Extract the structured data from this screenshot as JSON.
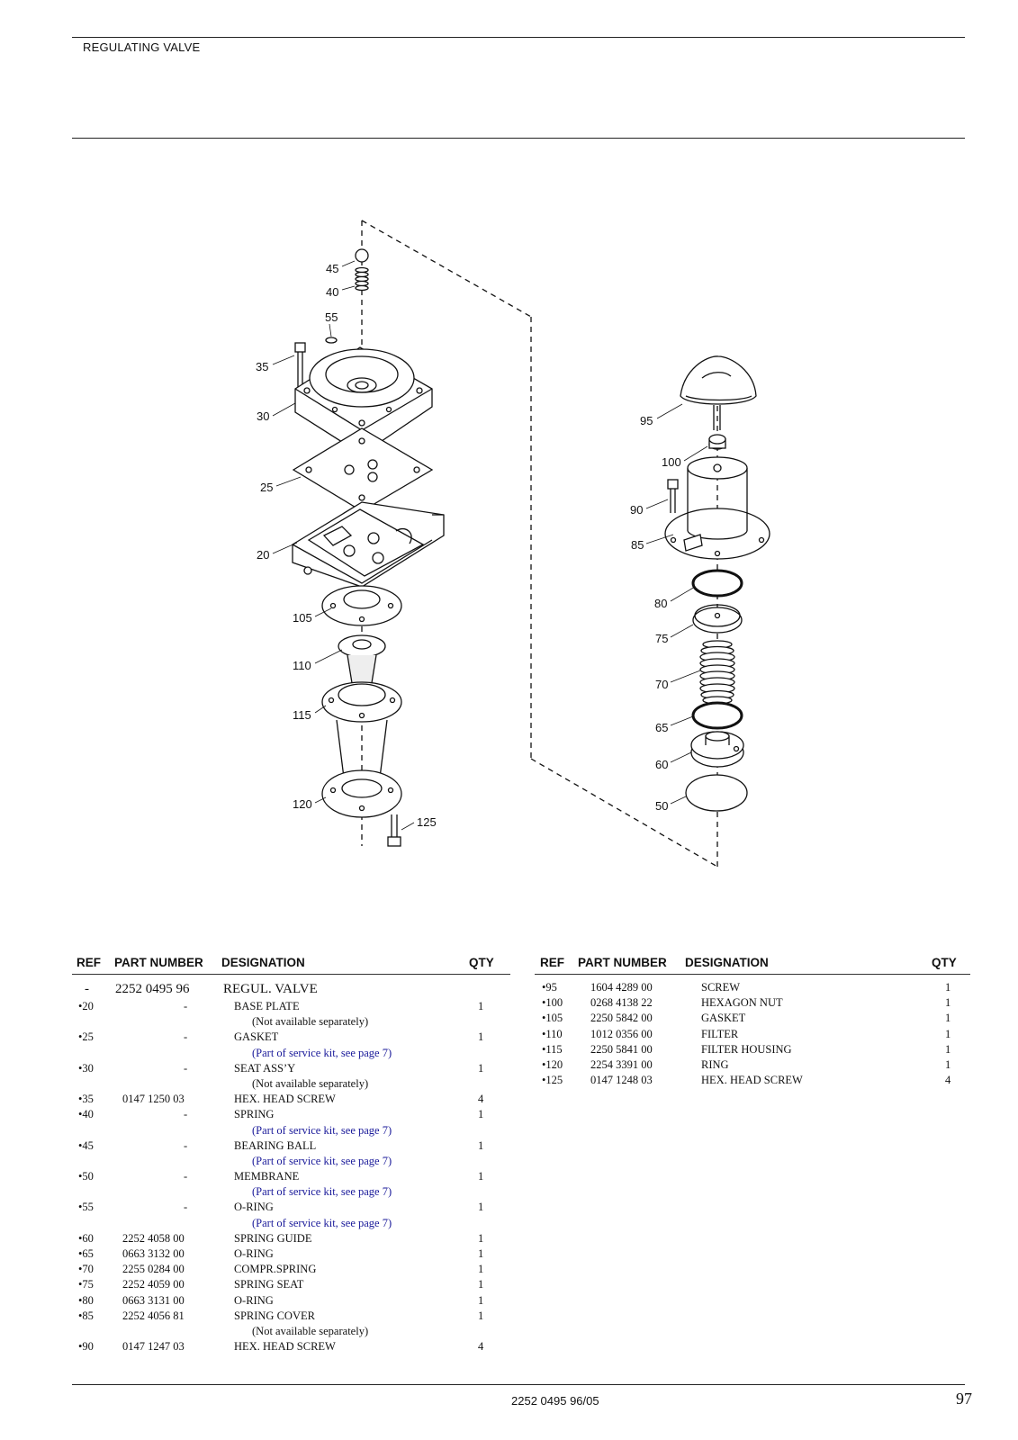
{
  "header": {
    "title": "REGULATING VALVE"
  },
  "diagram": {
    "callouts": {
      "c45": "45",
      "c40": "40",
      "c55": "55",
      "c35": "35",
      "c30": "30",
      "c25": "25",
      "c20": "20",
      "c105": "105",
      "c110": "110",
      "c115": "115",
      "c120": "120",
      "c125": "125",
      "c95": "95",
      "c100": "100",
      "c90": "90",
      "c85": "85",
      "c80": "80",
      "c75": "75",
      "c70": "70",
      "c65": "65",
      "c60": "60",
      "c50": "50"
    }
  },
  "table_headers": {
    "ref": "REF",
    "part_number": "PART NUMBER",
    "designation": "DESIGNATION",
    "qty": "QTY"
  },
  "parts_left": [
    {
      "ref": "-",
      "part": "2252 0495 96",
      "designation": "REGUL. VALVE",
      "qty": "",
      "note": ""
    },
    {
      "ref": "•20",
      "part": "-",
      "designation": "BASE PLATE",
      "qty": "1",
      "note": "(Not available separately)"
    },
    {
      "ref": "•25",
      "part": "-",
      "designation": "GASKET",
      "qty": "1",
      "note": "(Part of service kit, see page 7)"
    },
    {
      "ref": "•30",
      "part": "-",
      "designation": "SEAT ASS’Y",
      "qty": "1",
      "note": "(Not available separately)"
    },
    {
      "ref": "•35",
      "part": "0147 1250 03",
      "designation": "HEX. HEAD SCREW",
      "qty": "4",
      "note": ""
    },
    {
      "ref": "•40",
      "part": "-",
      "designation": "SPRING",
      "qty": "1",
      "note": "(Part of service kit, see page 7)"
    },
    {
      "ref": "•45",
      "part": "-",
      "designation": "BEARING BALL",
      "qty": "1",
      "note": "(Part of service kit, see page 7)"
    },
    {
      "ref": "•50",
      "part": "-",
      "designation": "MEMBRANE",
      "qty": "1",
      "note": "(Part of service kit, see page 7)"
    },
    {
      "ref": "•55",
      "part": "-",
      "designation": "O-RING",
      "qty": "1",
      "note": "(Part of service kit, see page 7)"
    },
    {
      "ref": "•60",
      "part": "2252 4058 00",
      "designation": "SPRING GUIDE",
      "qty": "1",
      "note": ""
    },
    {
      "ref": "•65",
      "part": "0663 3132 00",
      "designation": "O-RING",
      "qty": "1",
      "note": ""
    },
    {
      "ref": "•70",
      "part": "2255 0284 00",
      "designation": "COMPR.SPRING",
      "qty": "1",
      "note": ""
    },
    {
      "ref": "•75",
      "part": "2252 4059 00",
      "designation": "SPRING SEAT",
      "qty": "1",
      "note": ""
    },
    {
      "ref": "•80",
      "part": "0663 3131 00",
      "designation": "O-RING",
      "qty": "1",
      "note": ""
    },
    {
      "ref": "•85",
      "part": "2252 4056 81",
      "designation": "SPRING COVER",
      "qty": "1",
      "note": "(Not available separately)"
    },
    {
      "ref": "•90",
      "part": "0147 1247 03",
      "designation": "HEX. HEAD SCREW",
      "qty": "4",
      "note": ""
    }
  ],
  "parts_right": [
    {
      "ref": "•95",
      "part": "1604 4289 00",
      "designation": "SCREW",
      "qty": "1"
    },
    {
      "ref": "•100",
      "part": "0268 4138 22",
      "designation": "HEXAGON NUT",
      "qty": "1"
    },
    {
      "ref": "•105",
      "part": "2250 5842 00",
      "designation": "GASKET",
      "qty": "1"
    },
    {
      "ref": "•110",
      "part": "1012 0356 00",
      "designation": "FILTER",
      "qty": "1"
    },
    {
      "ref": "•115",
      "part": "2250 5841 00",
      "designation": "FILTER HOUSING",
      "qty": "1"
    },
    {
      "ref": "•120",
      "part": "2254 3391 00",
      "designation": "RING",
      "qty": "1"
    },
    {
      "ref": "•125",
      "part": "0147 1248 03",
      "designation": "HEX. HEAD SCREW",
      "qty": "4"
    }
  ],
  "footer": {
    "doc_number": "2252 0495 96/05",
    "page_number": "97"
  }
}
